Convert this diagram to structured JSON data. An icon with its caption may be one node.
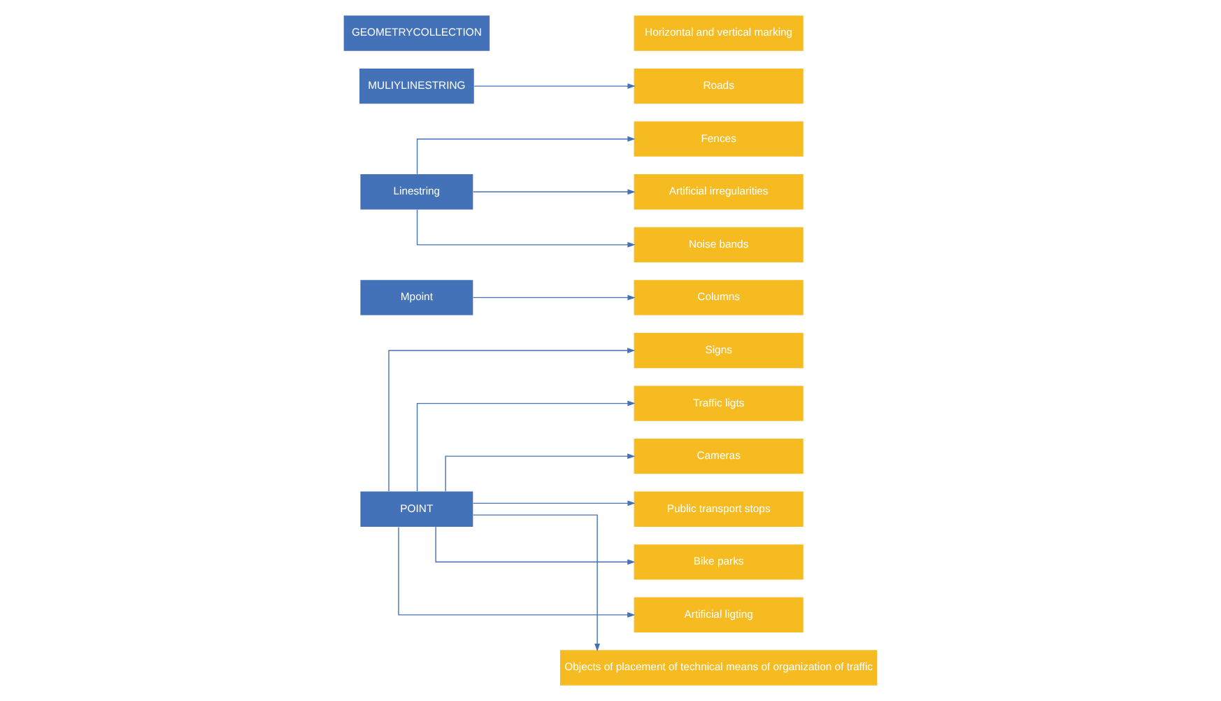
{
  "diagram": {
    "nodes": [
      {
        "text": [
          "POINT"
        ]
      },
      {
        "text": [
          "Signs"
        ]
      },
      {
        "text": [
          "Traffic ligts"
        ]
      },
      {
        "text": [
          "Cameras"
        ]
      },
      {
        "text": [
          "Public transport stops"
        ]
      },
      {
        "text": [
          "Bike parks"
        ]
      },
      {
        "text": [
          "Artificial ligting"
        ]
      },
      {
        "text": [
          "Objects of placement of technical means of organization of traffic"
        ]
      },
      {
        "text": [
          "Mpoint"
        ]
      },
      {
        "text": [
          "Columns"
        ]
      },
      {
        "text": [
          "Linestring"
        ]
      },
      {
        "text": [
          "Fences"
        ]
      },
      {
        "text": [
          "Artificial irregularities"
        ]
      },
      {
        "text": [
          "Noise bands"
        ]
      },
      {
        "text": [
          "MULIYLINESTRING"
        ]
      },
      {
        "text": [
          "Roads"
        ]
      },
      {
        "text": [
          "GEOMETRYCOLLECTION"
        ]
      },
      {
        "text": [
          "Horizontal and vertical marking"
        ]
      }
    ],
    "edges": [
      {
        "from": 0,
        "to": 1,
        "arrow": "to"
      },
      {
        "from": 0,
        "to": 2,
        "arrow": "to"
      },
      {
        "from": 0,
        "to": 3,
        "arrow": "to"
      },
      {
        "from": 0,
        "to": 4,
        "arrow": "to"
      },
      {
        "from": 0,
        "to": 5,
        "arrow": "to"
      },
      {
        "from": 0,
        "to": 6,
        "arrow": "to"
      },
      {
        "from": 0,
        "to": 7,
        "arrow": "to"
      },
      {
        "from": 8,
        "to": 9,
        "arrow": "to"
      },
      {
        "from": 10,
        "to": 11,
        "arrow": "to"
      },
      {
        "from": 10,
        "to": 12,
        "arrow": "to"
      },
      {
        "from": 10,
        "to": 13,
        "arrow": "to"
      },
      {
        "from": 14,
        "to": 15,
        "arrow": "to"
      }
    ]
  }
}
